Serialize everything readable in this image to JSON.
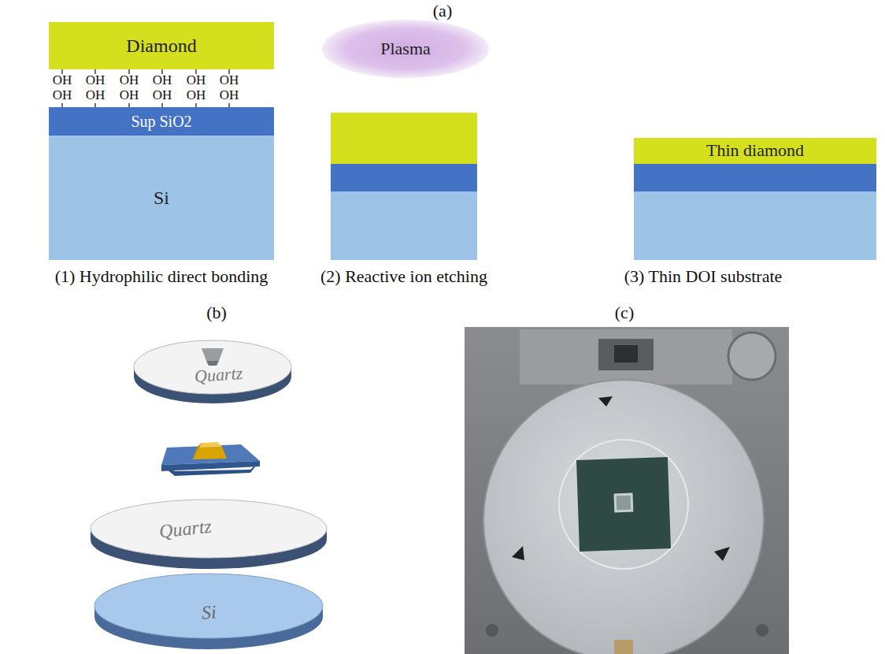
{
  "diagram": {
    "nodes": [
      {
        "text": [
          "Diamond"
        ]
      },
      {
        "text": [
          "Sup SiO2"
        ]
      },
      {
        "text": [
          "Si"
        ]
      },
      {
        "text": [
          "Plasma"
        ]
      },
      {
        "text": [
          "Thin diamond"
        ]
      },
      {
        "text": [
          "Quartz"
        ]
      },
      {
        "text": [
          "Quartz"
        ]
      },
      {
        "text": [
          "Si"
        ]
      }
    ],
    "labels": [
      "(a)",
      "OH",
      "OH",
      "OH",
      "OH",
      "OH",
      "OH",
      "OH",
      "OH",
      "OH",
      "OH",
      "OH",
      "OH",
      "(1) Hydrophilic direct bonding",
      "(2) Reactive ion etching",
      "(3) Thin DOI substrate",
      "(b)",
      "(c)"
    ]
  }
}
